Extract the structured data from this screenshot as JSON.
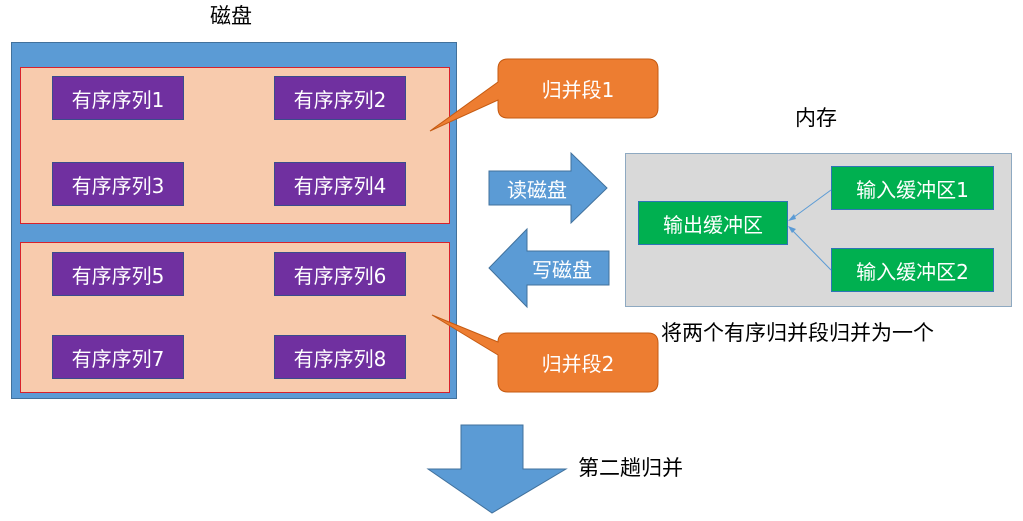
{
  "disk": {
    "title": "磁盘",
    "segment_1": {
      "sequences": [
        "有序序列1",
        "有序序列2",
        "有序序列3",
        "有序序列4"
      ],
      "callout": "归并段1"
    },
    "segment_2": {
      "sequences": [
        "有序序列5",
        "有序序列6",
        "有序序列7",
        "有序序列8"
      ],
      "callout": "归并段2"
    }
  },
  "io": {
    "read_label": "读磁盘",
    "write_label": "写磁盘"
  },
  "memory": {
    "title": "内存",
    "output_buffer": "输出缓冲区",
    "input_buffer_1": "输入缓冲区1",
    "input_buffer_2": "输入缓冲区2",
    "caption": "将两个有序归并段归并为一个"
  },
  "next_pass": {
    "label": "第二趟归并"
  },
  "colors": {
    "disk_panel": "#5b9bd5",
    "segment_fill": "#f8cbad",
    "segment_border": "#d9212b",
    "sequence_fill": "#7030a0",
    "callout_fill": "#ed7d31",
    "arrow_fill": "#5b9bd5",
    "memory_fill": "#d9d9d9",
    "buffer_fill": "#00b050"
  }
}
